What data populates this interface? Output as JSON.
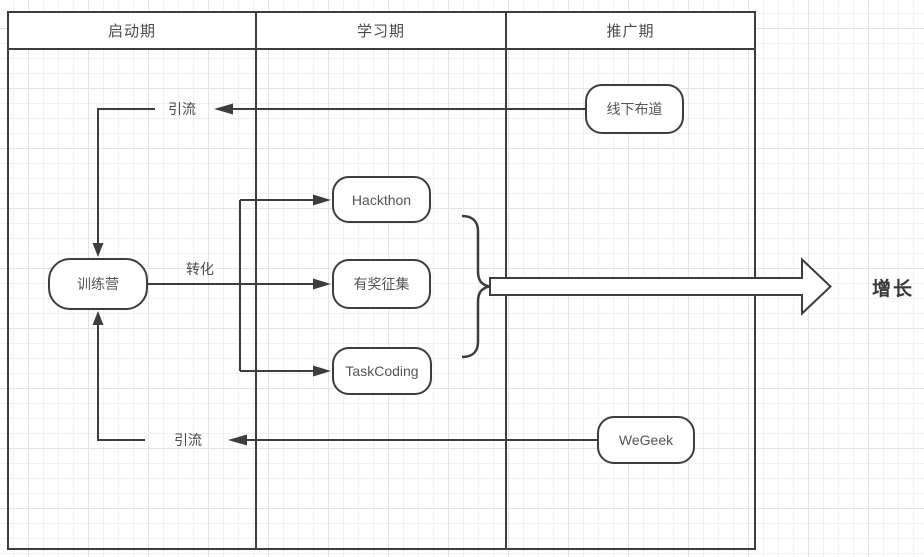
{
  "lanes": [
    {
      "label": "启动期"
    },
    {
      "label": "学习期"
    },
    {
      "label": "推广期"
    }
  ],
  "nodes": {
    "training_camp": "训练营",
    "hackthon": "Hackthon",
    "prize_collection": "有奖征集",
    "task_coding": "TaskCoding",
    "offline_evangelism": "线下布道",
    "wegeek": "WeGeek"
  },
  "edge_labels": {
    "top_traffic": "引流",
    "bottom_traffic": "引流",
    "conversion": "转化"
  },
  "growth_label": "增长",
  "colors": {
    "line": "#3d3d3d",
    "node_border": "#3d3d3d",
    "node_text": "#555555",
    "label_text": "#4a4a4a",
    "grid_minor": "#f1f1f1",
    "grid_major": "#e4e4e4",
    "background": "#ffffff"
  }
}
